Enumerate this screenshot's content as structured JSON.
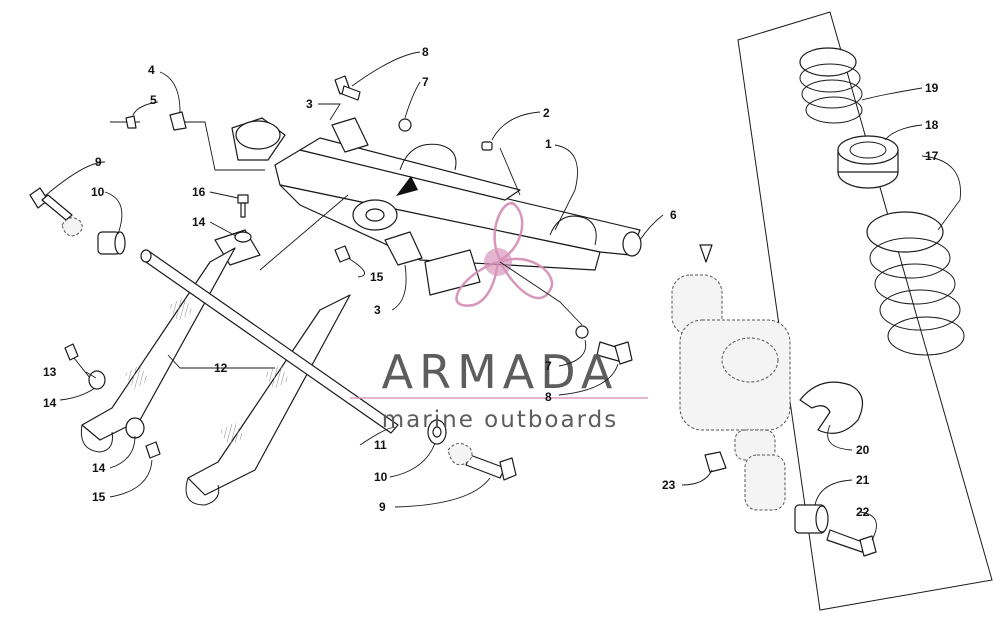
{
  "watermark": {
    "brand": "ARMADA",
    "tagline": "marine outboards",
    "logo_color": "#d48bb4",
    "text_color": "#555555"
  },
  "callouts": {
    "n1": "1",
    "n2": "2",
    "n3a": "3",
    "n3b": "3",
    "n4": "4",
    "n5": "5",
    "n6": "6",
    "n7a": "7",
    "n7b": "7",
    "n8a": "8",
    "n8b": "8",
    "n9a": "9",
    "n9b": "9",
    "n10a": "10",
    "n10b": "10",
    "n11": "11",
    "n12": "12",
    "n13": "13",
    "n14a": "14",
    "n14b": "14",
    "n14c": "14",
    "n15a": "15",
    "n15b": "15",
    "n16": "16",
    "n17": "17",
    "n18": "18",
    "n19": "19",
    "n20": "20",
    "n21": "21",
    "n22": "22",
    "n23": "23"
  }
}
